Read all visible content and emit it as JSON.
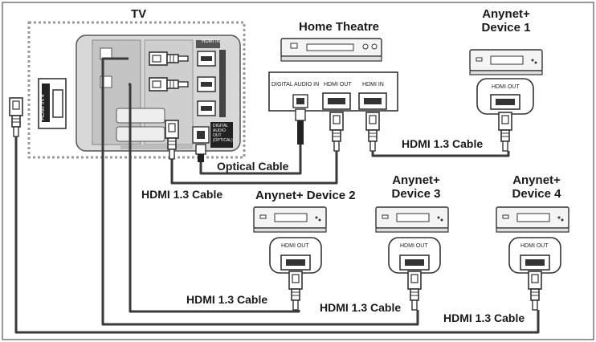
{
  "tv": {
    "label": "TV",
    "hdmi_in_labels": [
      "HDMI IN",
      "HDMI IN 4"
    ],
    "optical_port_label": "DIGITAL AUDIO OUT (OPTICAL)"
  },
  "home_theatre": {
    "label": "Home Theatre",
    "ports": [
      "DIGITAL AUDIO IN",
      "HDMI OUT",
      "HDMI IN"
    ]
  },
  "devices": [
    {
      "label_line1": "Anynet+",
      "label_line2": "Device 1",
      "port": "HDMI OUT"
    },
    {
      "label_line1": "Anynet+ Device 2",
      "label_line2": "",
      "port": "HDMI OUT"
    },
    {
      "label_line1": "Anynet+",
      "label_line2": "Device 3",
      "port": "HDMI OUT"
    },
    {
      "label_line1": "Anynet+",
      "label_line2": "Device 4",
      "port": "HDMI OUT"
    }
  ],
  "cables": {
    "optical": "Optical Cable",
    "hdmi_tv_ht": "HDMI 1.3 Cable",
    "hdmi_ht_dev1": "HDMI 1.3 Cable",
    "hdmi_dev2": "HDMI 1.3 Cable",
    "hdmi_dev3": "HDMI 1.3 Cable",
    "hdmi_dev4": "HDMI 1.3 Cable"
  },
  "colors": {
    "line": "#3a3a3a",
    "panel": "#d9d9d9",
    "device": "#f2f2f2",
    "dotted": "#9a9a9a"
  }
}
